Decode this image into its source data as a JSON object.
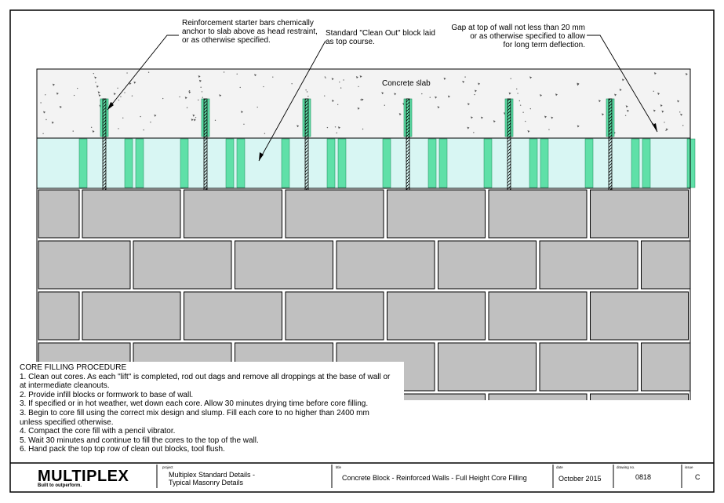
{
  "annotations": {
    "starter_bars": [
      "Reinforcement starter bars chemically",
      "anchor to slab above as head restraint,",
      "or as otherwise specified."
    ],
    "clean_out": [
      "Standard \"Clean Out\" block laid",
      "as top course."
    ],
    "gap": [
      "Gap at top of wall not less than 20 mm",
      "or as otherwise specified to allow",
      "for long term deflection."
    ],
    "slab": "Concrete slab"
  },
  "procedure": {
    "title": "CORE FILLING PROCEDURE",
    "lines": [
      "1. Clean out cores. As each \"lift\" is completed, rod out dags and remove all droppings at the base of wall or",
      "at intermediate cleanouts.",
      "2. Provide infill blocks or formwork to base of wall.",
      "3. If specified or in hot weather, wet down each core. Allow 30 minutes drying time before core filling.",
      "3. Begin to core fill using the correct mix design and slump. Fill each core to no higher than 2400 mm",
      "unless specified otherwise.",
      "4. Compact the core fill with a pencil vibrator.",
      "5. Wait 30 minutes and continue to fill the cores to the top of the wall.",
      "6. Hand pack the top top row of clean out blocks, tool flush."
    ]
  },
  "title_block": {
    "logo": "MULTIPLEX",
    "tagline": "Built to outperform.",
    "project_label": "project",
    "project_lines": [
      "Multiplex Standard Details -",
      "Typical Masonry Details"
    ],
    "title_label": "title",
    "title": "Concrete Block  - Reinforced Walls - Full Height Core Filling",
    "date_label": "date",
    "date": "October 2015",
    "drawing_label": "drawing no.",
    "drawing_no": "0818",
    "issue_label": "issue",
    "issue": "C"
  },
  "colors": {
    "slab_bg": "#f3f3f3",
    "clean_out_block": "#d8f6f3",
    "core_fill": "#5fe0a8",
    "block": "#c0c0c0",
    "outline": "#000000"
  }
}
